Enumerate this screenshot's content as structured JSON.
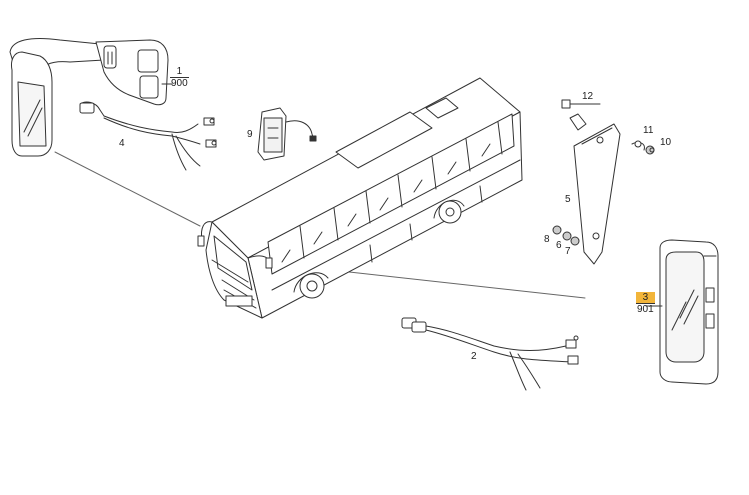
{
  "callouts": {
    "c1": {
      "num": "1",
      "den": "900"
    },
    "c2": "2",
    "c3": {
      "num": "3",
      "den": "901"
    },
    "c4": "4",
    "c5": "5",
    "c6": "6",
    "c7": "7",
    "c8": "8",
    "c9": "9",
    "c10": "10",
    "c11": "11",
    "c12": "12"
  },
  "colors": {
    "highlight": "#f2b53a",
    "line": "#333333"
  }
}
